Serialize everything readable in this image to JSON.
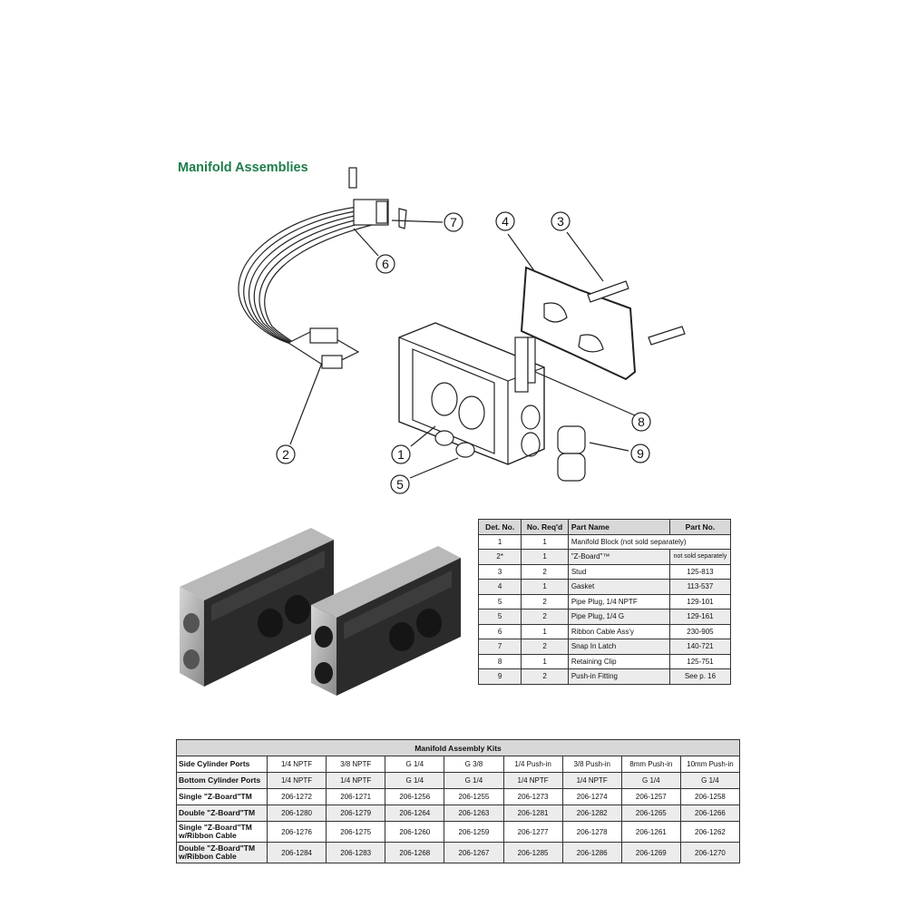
{
  "section_title": "Manifold Assemblies",
  "callouts": [
    "1",
    "2",
    "3",
    "4",
    "5",
    "6",
    "7",
    "8",
    "9"
  ],
  "parts_table": {
    "headers": [
      "Det. No.",
      "No. Req'd",
      "Part Name",
      "Part No."
    ],
    "rows": [
      {
        "det": "1",
        "req": "1",
        "name": "Manifold Block (not sold separately)",
        "part": ""
      },
      {
        "det": "2*",
        "req": "1",
        "name": "\"Z-Board\"™",
        "part": "not sold separately"
      },
      {
        "det": "3",
        "req": "2",
        "name": "Stud",
        "part": "125-813"
      },
      {
        "det": "4",
        "req": "1",
        "name": "Gasket",
        "part": "113-537"
      },
      {
        "det": "5",
        "req": "2",
        "name": "Pipe Plug, 1/4 NPTF",
        "part": "129-101"
      },
      {
        "det": "5",
        "req": "2",
        "name": "Pipe Plug, 1/4 G",
        "part": "129-161"
      },
      {
        "det": "6",
        "req": "1",
        "name": "Ribbon Cable Ass'y",
        "part": "230-905"
      },
      {
        "det": "7",
        "req": "2",
        "name": "Snap In Latch",
        "part": "140-721"
      },
      {
        "det": "8",
        "req": "1",
        "name": "Retaining Clip",
        "part": "125-751"
      },
      {
        "det": "9",
        "req": "2",
        "name": "Push-in Fitting",
        "part": "See p. 16"
      }
    ]
  },
  "kits_table": {
    "title": "Manifold Assembly Kits",
    "rows": [
      {
        "label": "Side Cylinder Ports",
        "cells": [
          "1/4 NPTF",
          "3/8 NPTF",
          "G 1/4",
          "G 3/8",
          "1/4 Push-in",
          "3/8 Push-in",
          "8mm Push-in",
          "10mm Push-in"
        ]
      },
      {
        "label": "Bottom Cylinder Ports",
        "cells": [
          "1/4 NPTF",
          "1/4 NPTF",
          "G 1/4",
          "G 1/4",
          "1/4 NPTF",
          "1/4 NPTF",
          "G 1/4",
          "G 1/4"
        ]
      },
      {
        "label": "Single \"Z-Board\"TM",
        "cells": [
          "206-1272",
          "206-1271",
          "206-1256",
          "206-1255",
          "206-1273",
          "206-1274",
          "206-1257",
          "206-1258"
        ]
      },
      {
        "label": "Double \"Z-Board\"TM",
        "cells": [
          "206-1280",
          "206-1279",
          "206-1264",
          "206-1263",
          "206-1281",
          "206-1282",
          "206-1265",
          "206-1266"
        ]
      },
      {
        "label": "Single \"Z-Board\"TM w/Ribbon Cable",
        "cells": [
          "206-1276",
          "206-1275",
          "206-1260",
          "206-1259",
          "206-1277",
          "206-1278",
          "206-1261",
          "206-1262"
        ]
      },
      {
        "label": "Double \"Z-Board\"TM w/Ribbon Cable",
        "cells": [
          "206-1284",
          "206-1283",
          "206-1268",
          "206-1267",
          "206-1285",
          "206-1286",
          "206-1269",
          "206-1270"
        ]
      }
    ]
  },
  "colors": {
    "title": "#1e7d4a",
    "header_bg": "#d8d8d8",
    "row_shade": "#ececec"
  }
}
